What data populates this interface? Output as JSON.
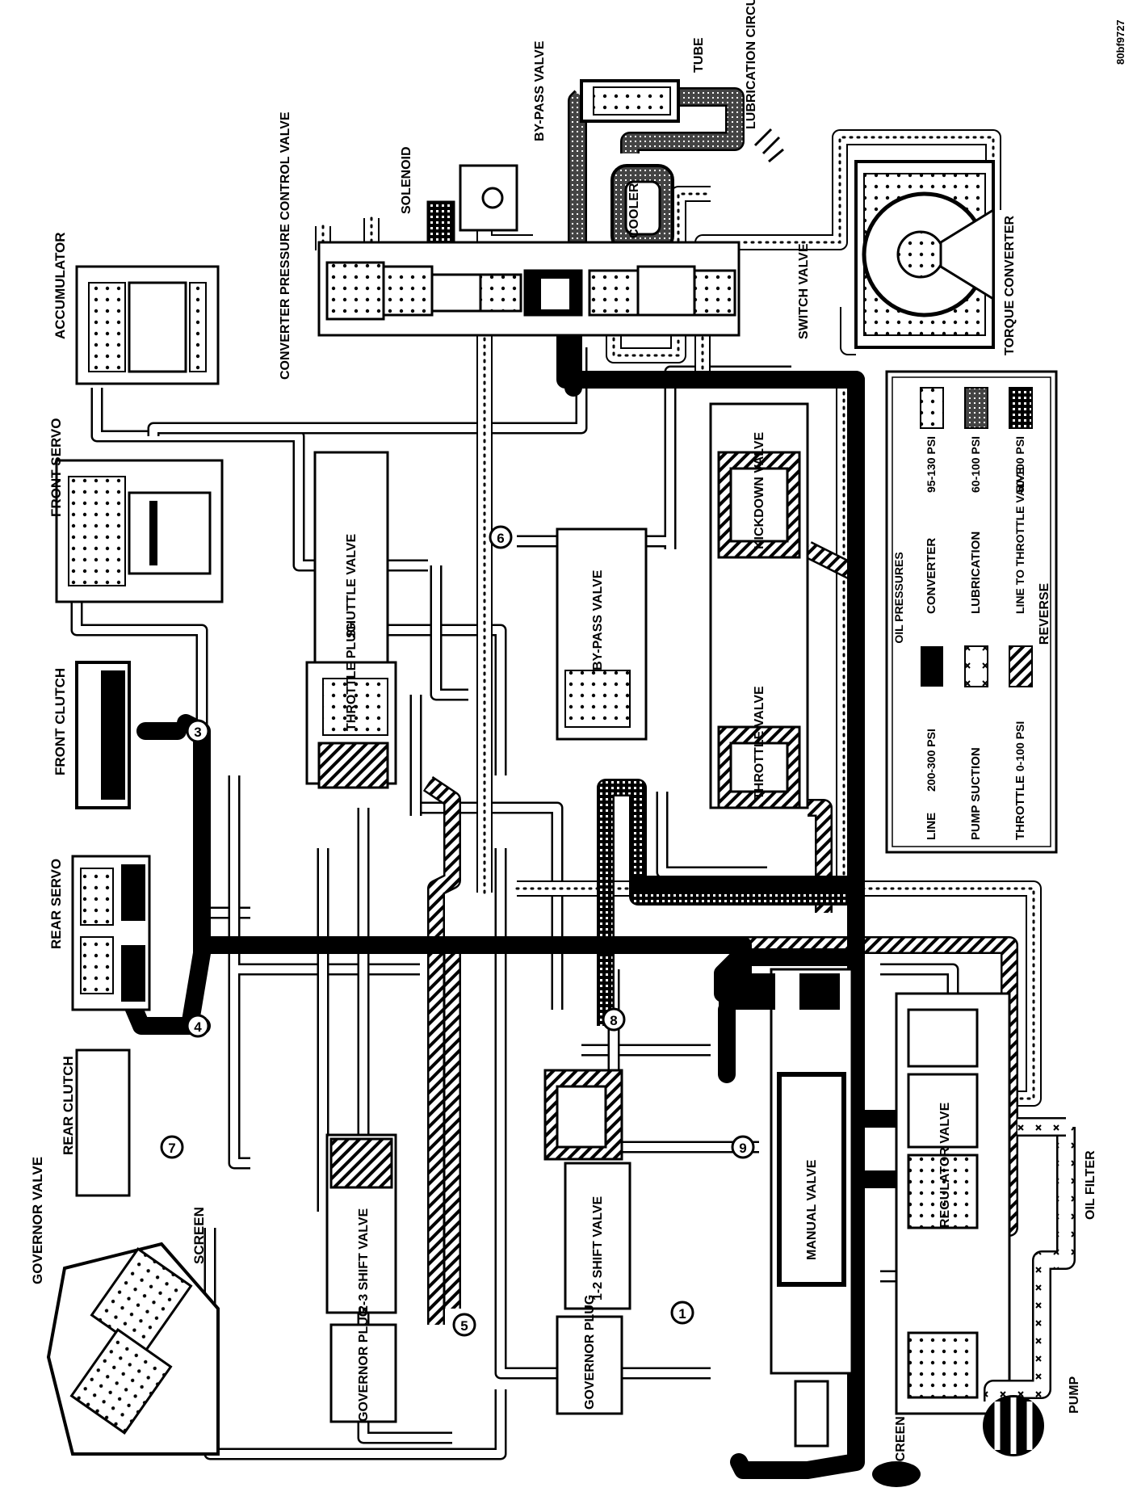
{
  "figure_id": "80bf9727",
  "components": {
    "governor_valve": "GOVERNOR VALVE",
    "screen_top": "SCREEN",
    "rear_clutch": "REAR CLUTCH",
    "rear_servo": "REAR SERVO",
    "front_clutch": "FRONT CLUTCH",
    "front_servo": "FRONT SERVO",
    "accumulator": "ACCUMULATOR",
    "converter_pressure_control_valve": "CONVERTER PRESSURE CONTROL VALVE",
    "solenoid": "SOLENOID",
    "bypass_valve_top": "BY-PASS VALVE",
    "tube": "TUBE",
    "lubrication_circuit": "LUBRICATION CIRCUIT",
    "cooler": "COOLER",
    "switch_valve": "SWITCH VALVE",
    "torque_converter": "TORQUE CONVERTER",
    "shuttle_valve": "SHUTTLE VALVE",
    "throttle_plug": "THROTTLE PLUG",
    "bypass_valve_mid": "BY-PASS VALVE",
    "kickdown_valve": "KICKDOWN VALVE",
    "throttle_valve": "THROTTLE VALVE",
    "shift_valve_23": "2-3 SHIFT VALVE",
    "governor_plug_1": "GOVERNOR PLUG",
    "shift_valve_12": "1-2 SHIFT VALVE",
    "governor_plug_2": "GOVERNOR PLUG",
    "manual_valve": "MANUAL VALVE",
    "regulator_valve": "REGULATOR VALVE",
    "oil_filter": "OIL FILTER",
    "pump": "PUMP",
    "screen_bottom": "SCREEN"
  },
  "circuit_numbers": [
    "1",
    "3",
    "4",
    "5",
    "6",
    "7",
    "8",
    "9"
  ],
  "legend": {
    "title": "OIL PRESSURES",
    "rows": [
      {
        "left_name": "LINE",
        "left_value": "200-300 PSI",
        "left_pattern": "solid-black",
        "right_name": "CONVERTER",
        "right_value": "95-130 PSI",
        "right_pattern": "dotted"
      },
      {
        "left_name": "PUMP SUCTION",
        "left_value": "",
        "left_pattern": "crosses",
        "right_name": "LUBRICATION",
        "right_value": "60-100 PSI",
        "right_pattern": "cross-hatched"
      },
      {
        "left_name": "THROTTLE",
        "left_value": "0-100 PSI",
        "left_pattern": "diagonal-hatch",
        "right_name": "LINE TO THROTTLE VALVE",
        "right_value": "50-100 PSI",
        "right_pattern": "grid"
      }
    ],
    "mode": "REVERSE"
  }
}
